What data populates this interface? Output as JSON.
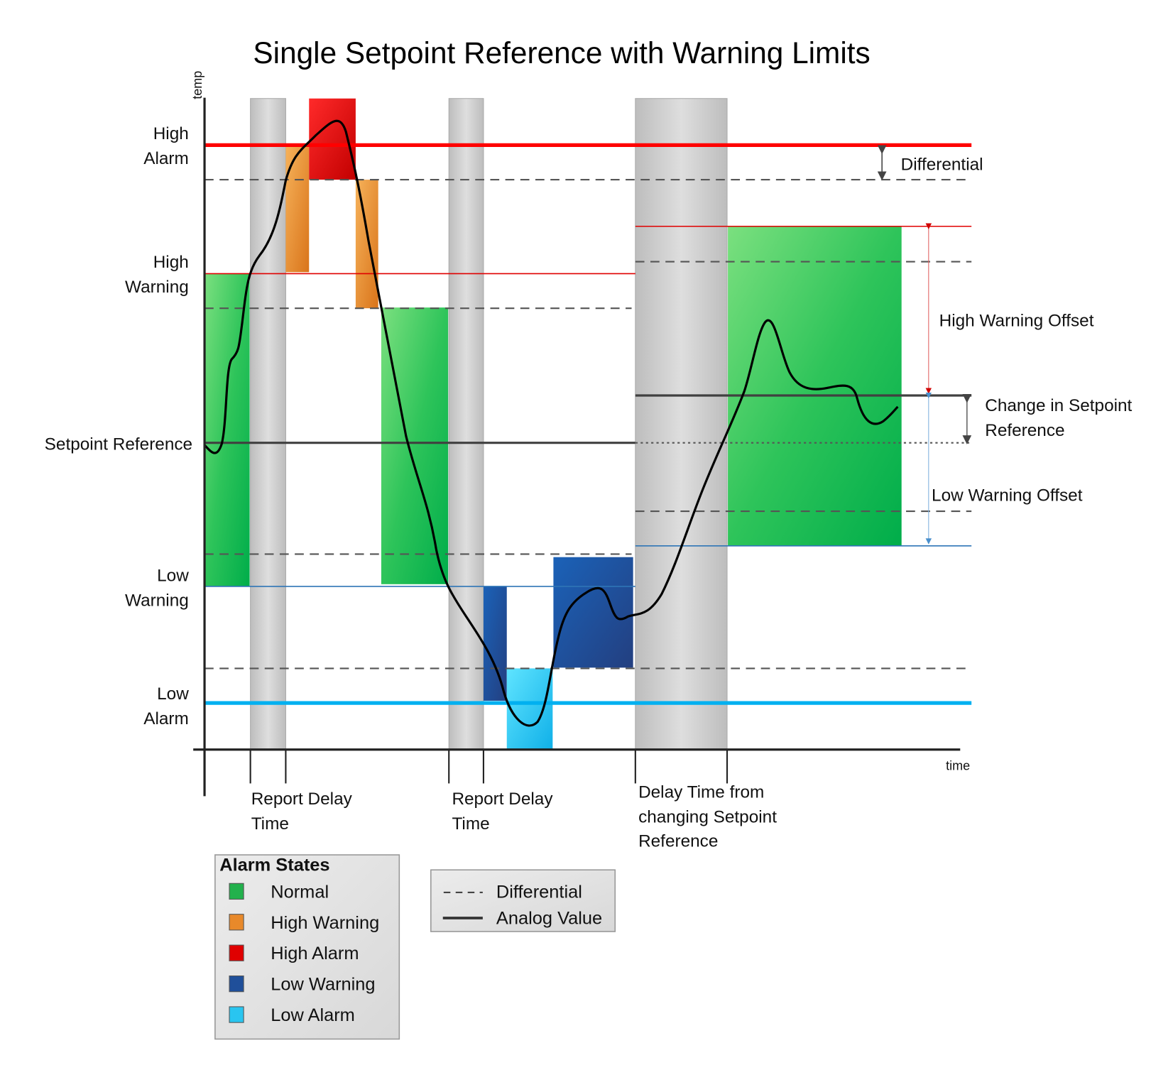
{
  "title": "Single Setpoint Reference with Warning Limits",
  "axes": {
    "y_label": "temp",
    "x_label": "time"
  },
  "y_labels": {
    "high_alarm": [
      "High",
      "Alarm"
    ],
    "high_warning": [
      "High",
      "Warning"
    ],
    "setpoint": "Setpoint Reference",
    "low_warning": [
      "Low",
      "Warning"
    ],
    "low_alarm": [
      "Low",
      "Alarm"
    ]
  },
  "annotations": {
    "differential": "Differential",
    "high_warning_offset": "High Warning Offset",
    "change_setpoint": [
      "Change in Setpoint",
      "Reference"
    ],
    "low_warning_offset": "Low Warning Offset"
  },
  "time_labels": {
    "report_delay_1": [
      "Report Delay",
      "Time"
    ],
    "report_delay_2": [
      "Report Delay",
      "Time"
    ],
    "setpoint_delay": [
      "Delay Time from",
      "changing Setpoint",
      "Reference"
    ]
  },
  "legend_states": {
    "title": "Alarm States",
    "items": [
      {
        "label": "Normal",
        "color": "#22b14c"
      },
      {
        "label": "High Warning",
        "color": "#e8892a"
      },
      {
        "label": "High Alarm",
        "color": "#e00000"
      },
      {
        "label": "Low Warning",
        "color": "#1f4f9a"
      },
      {
        "label": "Low Alarm",
        "color": "#29c5f0"
      }
    ]
  },
  "legend_lines": {
    "differential": "Differential",
    "analog": "Analog Value"
  },
  "colors": {
    "high_alarm": "#ff0000",
    "low_alarm": "#00b0f0",
    "low_warning_line": "#2e75b6",
    "setpoint": "#404040"
  }
}
